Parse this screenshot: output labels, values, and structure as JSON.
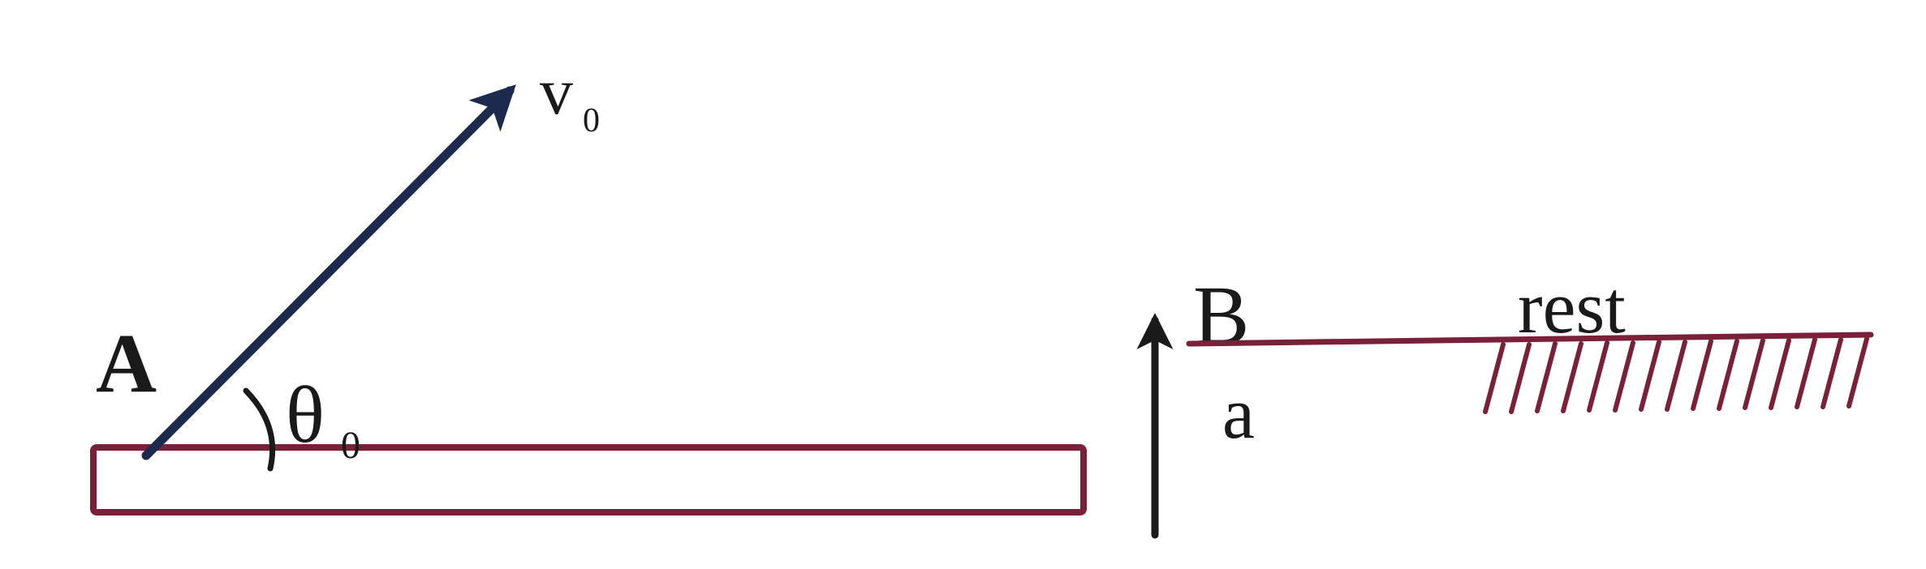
{
  "labels": {
    "point_a": "A",
    "velocity_main": "v",
    "velocity_sub": "0",
    "angle_main": "θ",
    "angle_sub": "0",
    "point_b": "B",
    "acceleration": "a",
    "rest": "rest"
  },
  "colors": {
    "platform": "#7a2038",
    "velocity_arrow": "#1c2a4e",
    "ink": "#1a1a1a"
  }
}
